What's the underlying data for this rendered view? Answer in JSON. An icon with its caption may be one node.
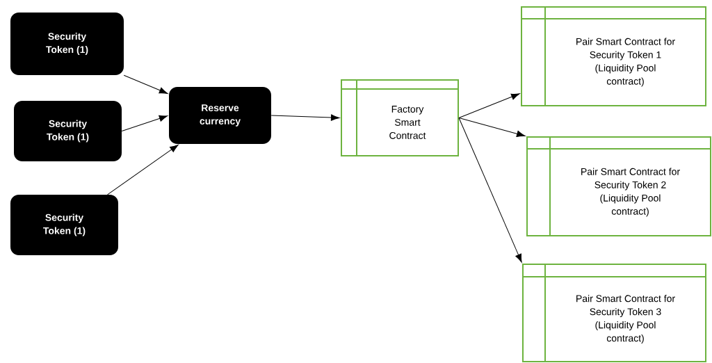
{
  "diagram": {
    "nodes": [
      {
        "text": [
          "Security Token (1)"
        ]
      },
      {
        "text": [
          "Security Token (1)"
        ]
      },
      {
        "text": [
          "Security Token (1)"
        ]
      },
      {
        "text": [
          "Reserve currency"
        ]
      },
      {
        "text": [
          "Factory Smart Contract"
        ]
      },
      {
        "text": [
          "Pair Smart Contract for Security Token 1 (Liquidity Pool contract)"
        ]
      },
      {
        "text": [
          "Pair Smart Contract for Security Token 2 (Liquidity Pool contract)"
        ]
      },
      {
        "text": [
          "Pair Smart Contract for Security Token 3 (Liquidity Pool contract)"
        ]
      }
    ],
    "edges": [
      {
        "from": 0,
        "to": 3,
        "arrow": "to"
      },
      {
        "from": 1,
        "to": 3,
        "arrow": "to"
      },
      {
        "from": 2,
        "to": 3,
        "arrow": "to"
      },
      {
        "from": 3,
        "to": 4,
        "arrow": "to"
      },
      {
        "from": 4,
        "to": 5,
        "arrow": "to"
      },
      {
        "from": 4,
        "to": 6,
        "arrow": "to"
      },
      {
        "from": 4,
        "to": 7,
        "arrow": "to"
      }
    ]
  }
}
